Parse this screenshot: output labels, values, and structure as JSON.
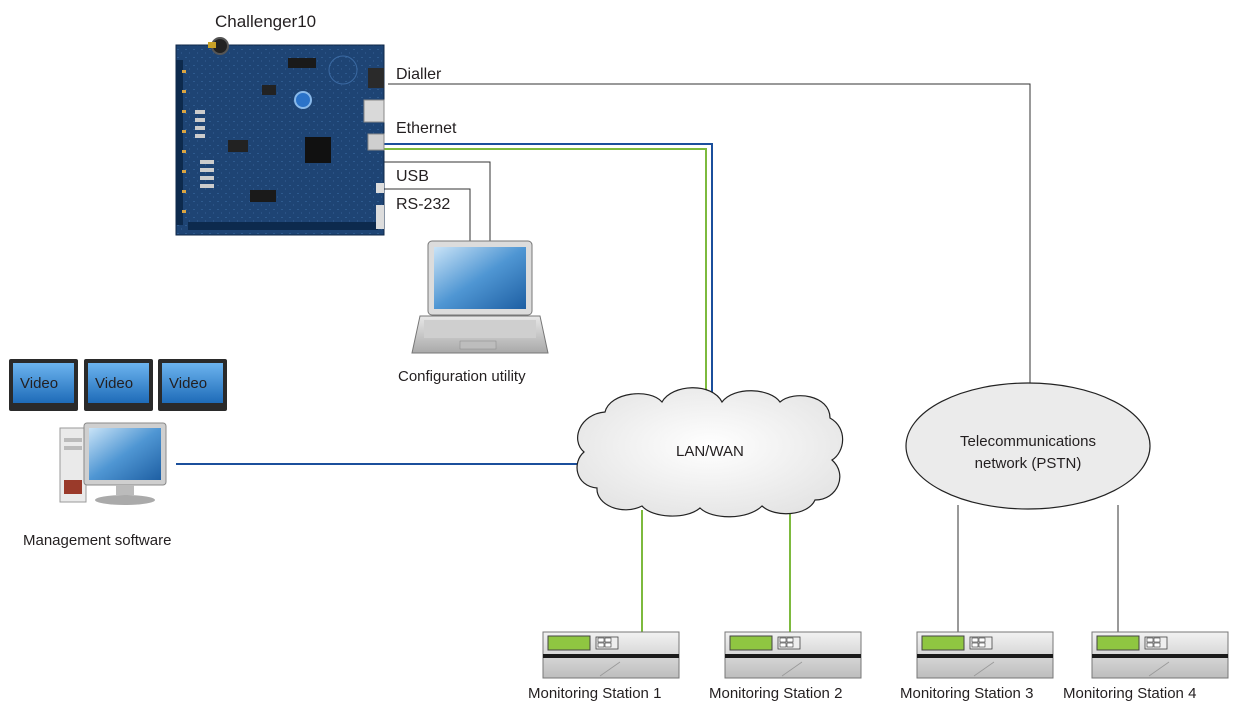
{
  "title": "Challenger10",
  "ports": {
    "dialler": "Dialler",
    "ethernet": "Ethernet",
    "usb": "USB",
    "rs232": "RS-232"
  },
  "configuration": {
    "label": "Configuration utility"
  },
  "management": {
    "label": "Management software",
    "monitors": [
      "Video",
      "Video",
      "Video"
    ]
  },
  "lan": {
    "label": "LAN/WAN"
  },
  "pstn": {
    "line1": "Telecommunications",
    "line2": "network (PSTN)"
  },
  "stations": [
    "Monitoring Station 1",
    "Monitoring Station 2",
    "Monitoring Station 3",
    "Monitoring Station 4"
  ],
  "colors": {
    "ethernet_blue": "#1b4f9c",
    "ethernet_green": "#7dba3e",
    "phone_line": "#333333",
    "board": "#1c3f6e",
    "display_green": "#8fc641"
  },
  "icons": [
    "circuit-board-icon",
    "laptop-icon",
    "desktop-computer-icon",
    "video-monitor-icon",
    "cloud-icon",
    "rack-station-icon"
  ]
}
